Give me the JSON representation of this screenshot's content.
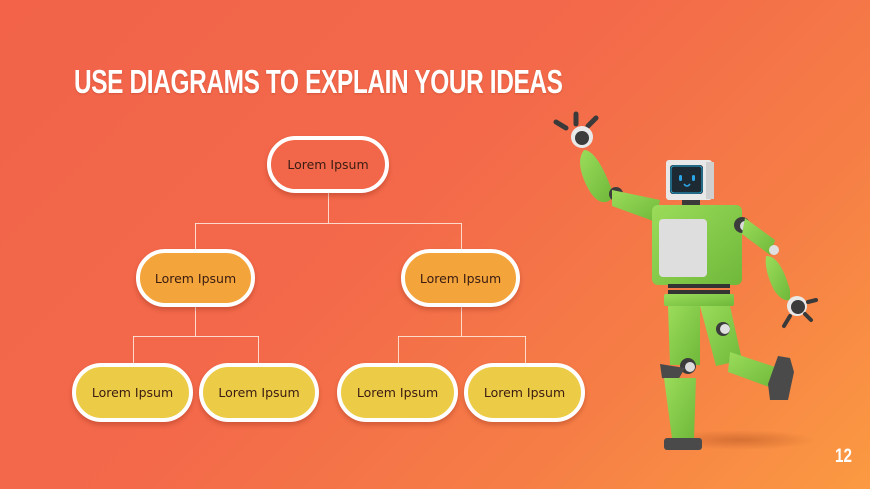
{
  "slide": {
    "title": "USE DIAGRAMS TO EXPLAIN YOUR IDEAS",
    "page_number": "12",
    "colors": {
      "background_start": "#f2634a",
      "background_end": "#fb9a42",
      "root_node": "#f2674a",
      "level2_node": "#f3a43a",
      "level3_node": "#eccb46",
      "node_border": "#ffffff",
      "robot_body": "#86cf4a"
    }
  },
  "diagram": {
    "root": {
      "label": "Lorem Ipsum"
    },
    "level2": [
      {
        "label": "Lorem Ipsum"
      },
      {
        "label": "Lorem Ipsum"
      }
    ],
    "level3": [
      {
        "label": "Lorem Ipsum"
      },
      {
        "label": "Lorem Ipsum"
      },
      {
        "label": "Lorem Ipsum"
      },
      {
        "label": "Lorem Ipsum"
      }
    ]
  },
  "illustration": {
    "subject": "green-robot-dancing"
  }
}
